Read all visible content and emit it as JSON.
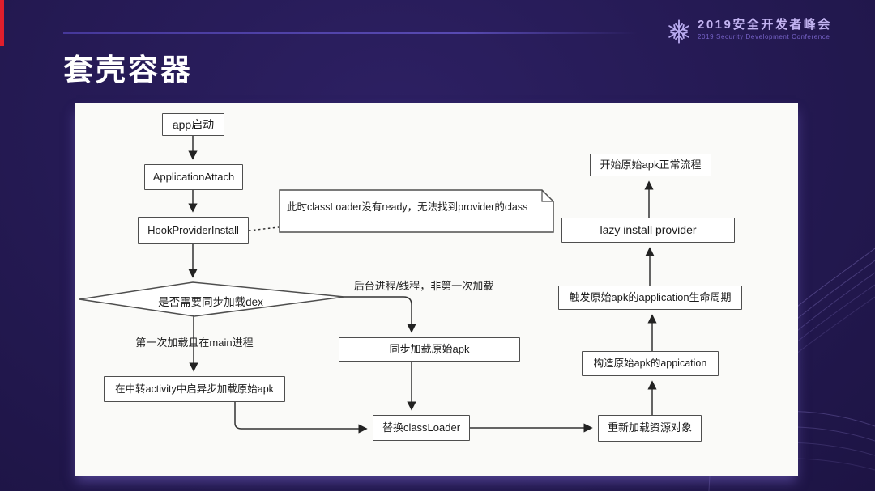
{
  "header": {
    "title": "套壳容器",
    "logo": {
      "icon": "snowflake-icon",
      "name_cn": "2019安全开发者峰会",
      "name_en": "2019 Security Development Conference"
    }
  },
  "colors": {
    "background": "#251a54",
    "accent_red": "#e01e2c",
    "header_line": "#46389a",
    "logo_lavender": "#c3b4f2",
    "panel": "#fafaf8",
    "node_stroke": "#4e4e4e",
    "arrow": "#222222"
  },
  "flowchart": {
    "nodes": {
      "app_start": "app启动",
      "application_attach": "ApplicationAttach",
      "hook_provider_install": "HookProviderInstall",
      "transit_activity": "在中转activity中启异步加载原始apk",
      "sync_load": "同步加载原始apk",
      "replace_classloader": "替换classLoader",
      "reload_resources": "重新加载资源对象",
      "construct_application": "构造原始apk的appication",
      "trigger_lifecycle": "触发原始apk的application生命周期",
      "lazy_install": "lazy install provider",
      "start_normal": "开始原始apk正常流程"
    },
    "decision": "是否需要同步加载dex",
    "note": "此时classLoader没有ready，无法找到provider的class",
    "edge_labels": {
      "first_load": "第一次加载且在main进程",
      "background_process": "后台进程/线程，非第一次加载"
    }
  }
}
